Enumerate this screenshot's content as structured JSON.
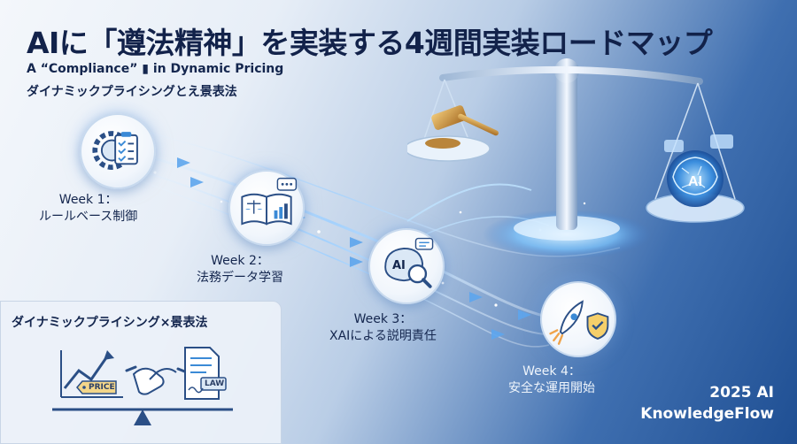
{
  "header": {
    "title": "AIに「遵法精神」を実装する4週間実装ロードマップ",
    "subtitle_en": "A “Compliance” ▮ in Dynamic Pricing",
    "subtitle_jp": "ダイナミックプライシングとえ景表法"
  },
  "weeks": [
    {
      "week": "Week 1：",
      "title": "ルールベース制御",
      "icon": "gear-checklist-icon"
    },
    {
      "week": "Week 2：",
      "title": "法務データ学習",
      "icon": "law-book-icon"
    },
    {
      "week": "Week 3：",
      "title": "XAIによる説明責任",
      "icon": "ai-brain-magnifier-icon",
      "badge": "AI"
    },
    {
      "week": "Week 4：",
      "title": "安全な運用開始",
      "icon": "rocket-shield-icon"
    }
  ],
  "panel": {
    "title": "ダイナミックプライシング×景表法",
    "price_label": "PRICE",
    "law_label": "LAW"
  },
  "scale": {
    "ai_label": "AI",
    "icons": [
      "gavel-icon",
      "ai-brain-icon",
      "balance-scale-icon"
    ]
  },
  "footer": {
    "line1": "2025 AI",
    "line2": "KnowledgeFlow"
  },
  "colors": {
    "title": "#12224a",
    "accent_blue": "#2f6fc4",
    "glow": "#9fd0ff",
    "gold": "#d6a44a"
  }
}
